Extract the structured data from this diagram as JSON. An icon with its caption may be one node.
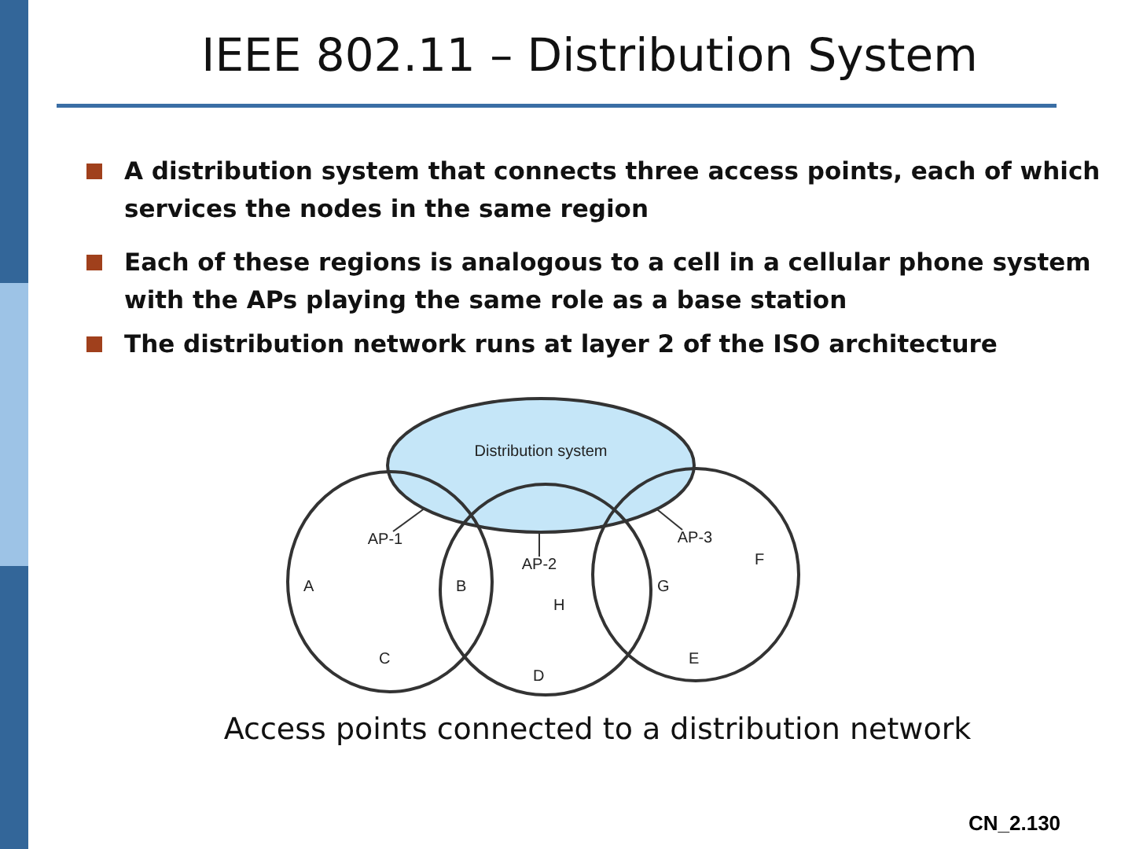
{
  "diagram": {
    "title": "IEEE 802.11 – Distribution System",
    "caption": "Access points connected to a distribution network",
    "nodes": [
      {
        "text": [
          "Distribution system"
        ]
      },
      {
        "text": [],
        "shape": "circle"
      },
      {
        "text": [
          "AP-1"
        ],
        "in": 1
      },
      {
        "text": [],
        "shape": "circle"
      },
      {
        "text": [
          "AP-2"
        ],
        "in": 3
      },
      {
        "text": [],
        "shape": "circle"
      },
      {
        "text": [
          "AP-3"
        ],
        "in": 5
      }
    ],
    "edges": [
      {
        "from": 2,
        "to": 0,
        "arrow": "none"
      },
      {
        "from": 4,
        "to": 0,
        "arrow": "none"
      },
      {
        "from": 6,
        "to": 0,
        "arrow": "none"
      }
    ],
    "labels": [
      "A distribution system that connects three access points, each of which services the nodes in the same region",
      "Each of these regions is analogous to a cell in a cellular phone system with the APs playing the same role as a base station",
      "The distribution network runs at layer 2 of the ISO architecture",
      "F",
      "A",
      "B",
      "G",
      "H",
      "C",
      "E",
      "D",
      "CN_2.130"
    ]
  }
}
